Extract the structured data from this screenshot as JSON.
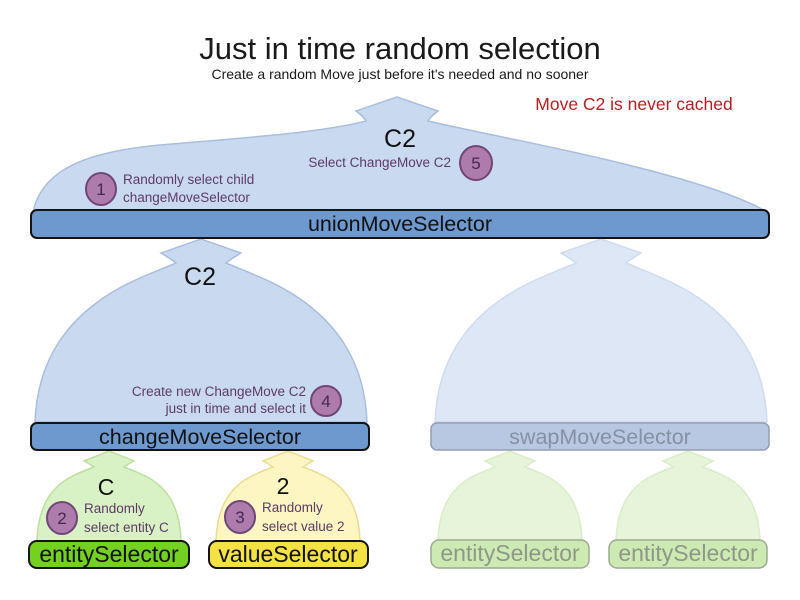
{
  "title": "Just in time random selection",
  "subtitle": "Create a random Move just before it's needed and no sooner",
  "note": "Move C2 is never cached",
  "colors": {
    "note_red": "#b22222",
    "bar_blue": "#6d99cf",
    "mound_blue": "#c9daf0",
    "bar_blue_faded": "#b9c8e2",
    "bar_green": "#74d021",
    "bar_yellow": "#f4e143",
    "bar_green_faded": "#cdeab3",
    "circle_purple": "#ae7cac",
    "annotation_purple": "#5d3a66"
  },
  "selectors": {
    "union": {
      "label": "unionMoveSelector",
      "move": "C2"
    },
    "change": {
      "label": "changeMoveSelector",
      "move": "C2"
    },
    "swap": {
      "label": "swapMoveSelector"
    },
    "entity": {
      "label": "entitySelector",
      "move": "C"
    },
    "value": {
      "label": "valueSelector",
      "move": "2"
    },
    "faded_entity_1": {
      "label": "entitySelector"
    },
    "faded_entity_2": {
      "label": "entitySelector"
    }
  },
  "steps": [
    {
      "num": "1",
      "lines": [
        "Randomly select child",
        "changeMoveSelector"
      ]
    },
    {
      "num": "2",
      "lines": [
        "Randomly",
        "select entity C"
      ]
    },
    {
      "num": "3",
      "lines": [
        "Randomly",
        "select value 2"
      ]
    },
    {
      "num": "4",
      "lines": [
        "Create new ChangeMove C2",
        "just in time and select it"
      ]
    },
    {
      "num": "5",
      "lines": [
        "Select ChangeMove C2"
      ]
    }
  ]
}
